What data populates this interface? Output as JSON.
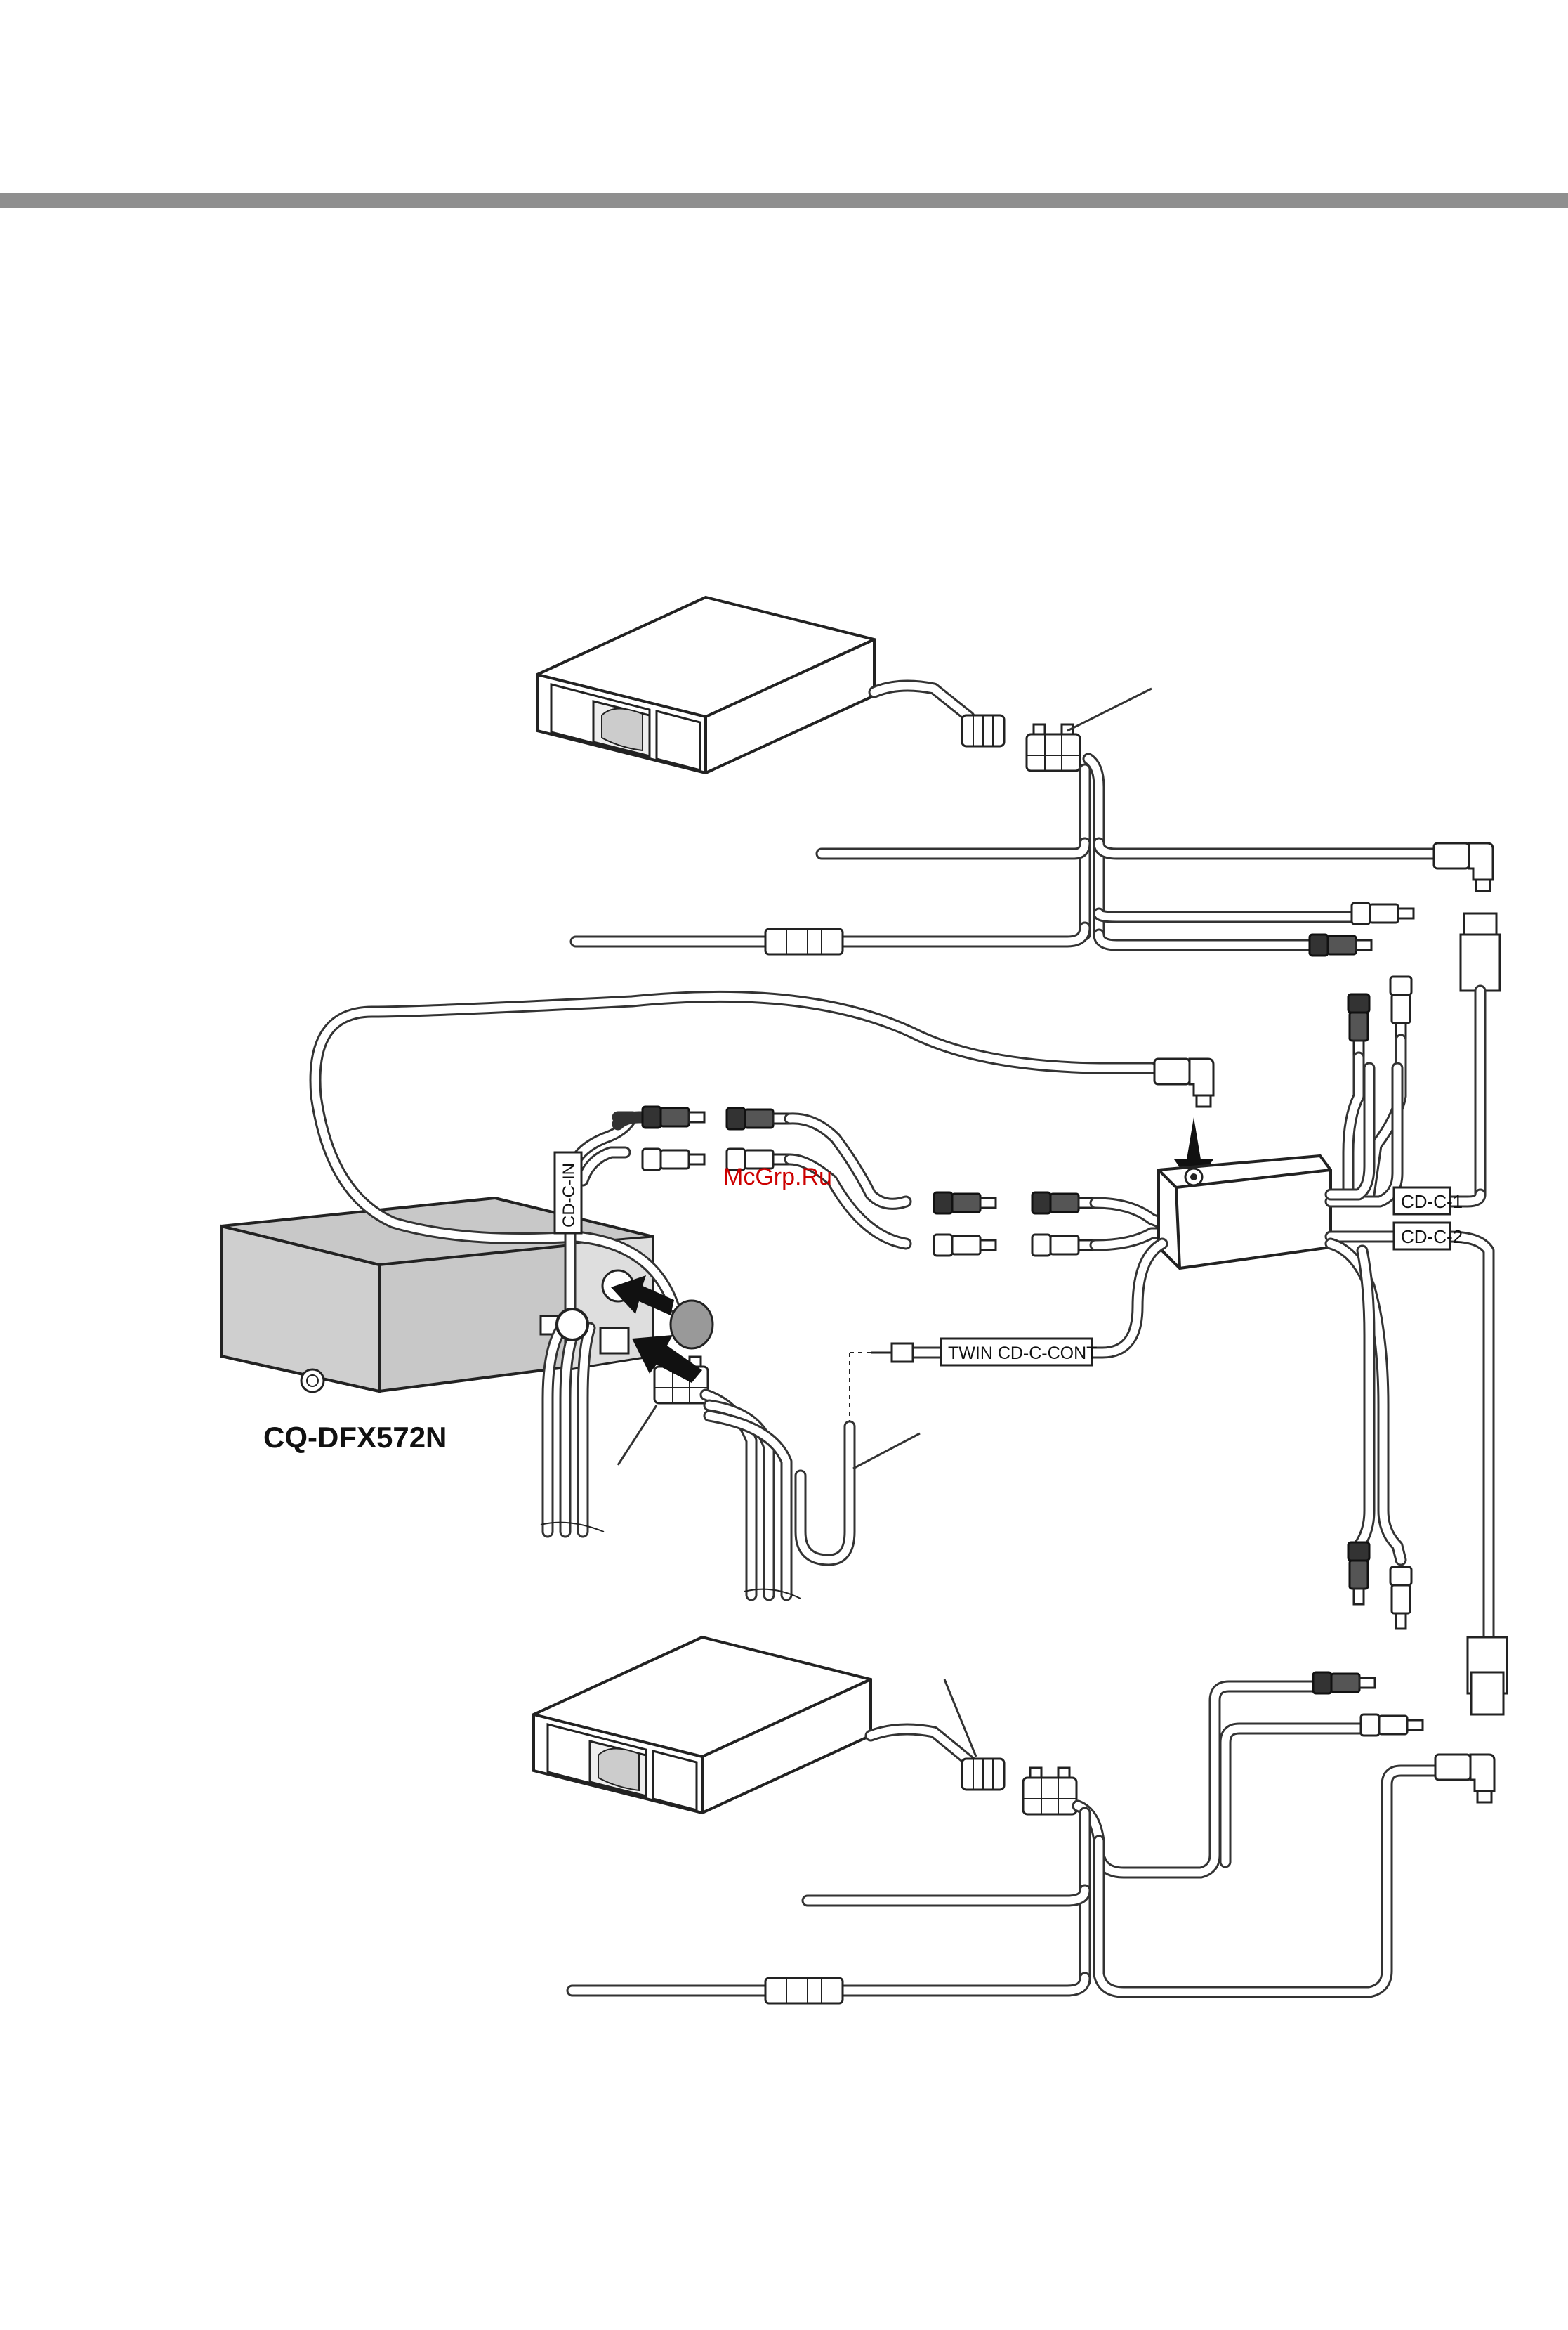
{
  "model_label": "CQ-DFX572N",
  "watermark": "McGrp.Ru",
  "cable_tags": {
    "cdc_in": "CD-C-IN",
    "twin_cont": "TWIN CD-C-CONT",
    "cdc_1": "CD-C-1",
    "cdc_2": "CD-C-2"
  },
  "colors": {
    "rule": "#8f8f8f",
    "unit_fill": "#c8c8c8",
    "watermark": "#cc0000"
  }
}
